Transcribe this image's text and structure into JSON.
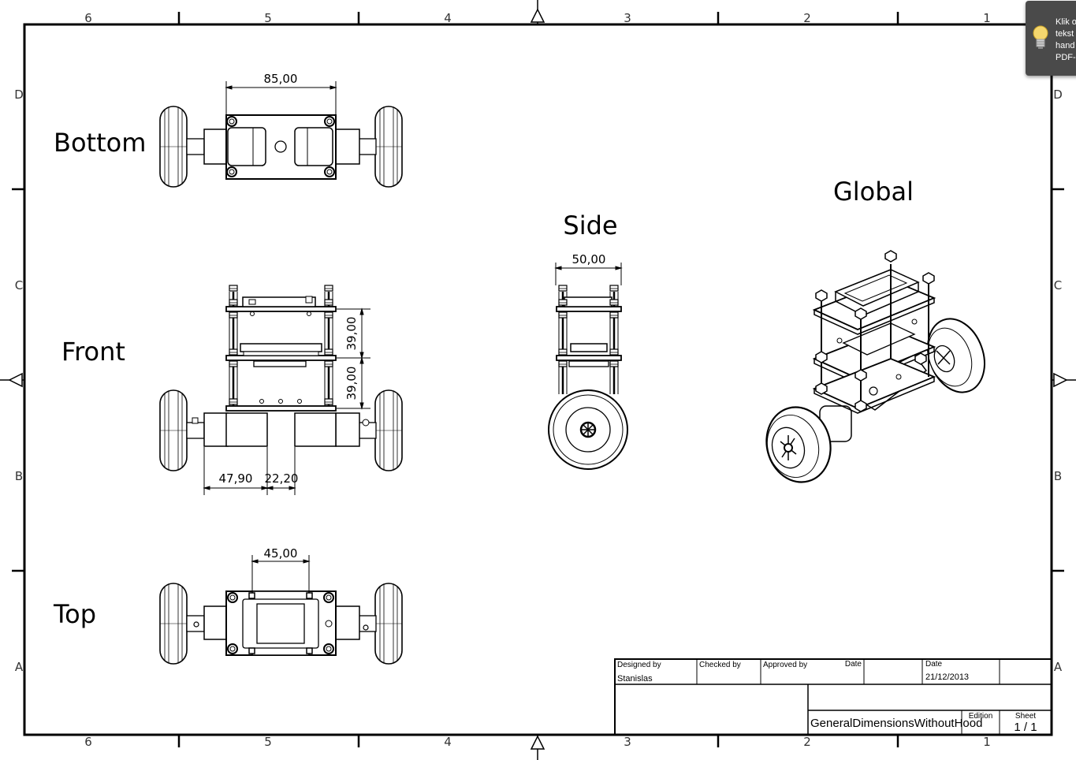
{
  "zones": {
    "columns": [
      "6",
      "5",
      "4",
      "3",
      "2",
      "1"
    ],
    "rows": [
      "D",
      "C",
      "B",
      "A"
    ]
  },
  "views": {
    "bottom": {
      "title": "Bottom",
      "dim_width": "85,00"
    },
    "front": {
      "title": "Front",
      "dim_upper": "39,00",
      "dim_lower": "39,00",
      "dim_left": "47,90",
      "dim_right": "22,20"
    },
    "side": {
      "title": "Side",
      "dim_width": "50,00"
    },
    "top": {
      "title": "Top",
      "dim_width": "45,00"
    },
    "global": {
      "title": "Global"
    }
  },
  "title_block": {
    "designed_by_label": "Designed by",
    "designed_by_value": "Stanislas",
    "checked_by_label": "Checked by",
    "approved_by_label": "Approved by",
    "date_label_1": "Date",
    "date_label_2": "Date",
    "date_value": "21/12/2013",
    "drawing_name": "GeneralDimensionsWithoutHood",
    "edition_label": "Edition",
    "sheet_label": "Sheet",
    "sheet_value": "1 / 1"
  },
  "tooltip": {
    "lines": [
      "Klik o",
      "tekst",
      "hand",
      "PDF-"
    ]
  }
}
